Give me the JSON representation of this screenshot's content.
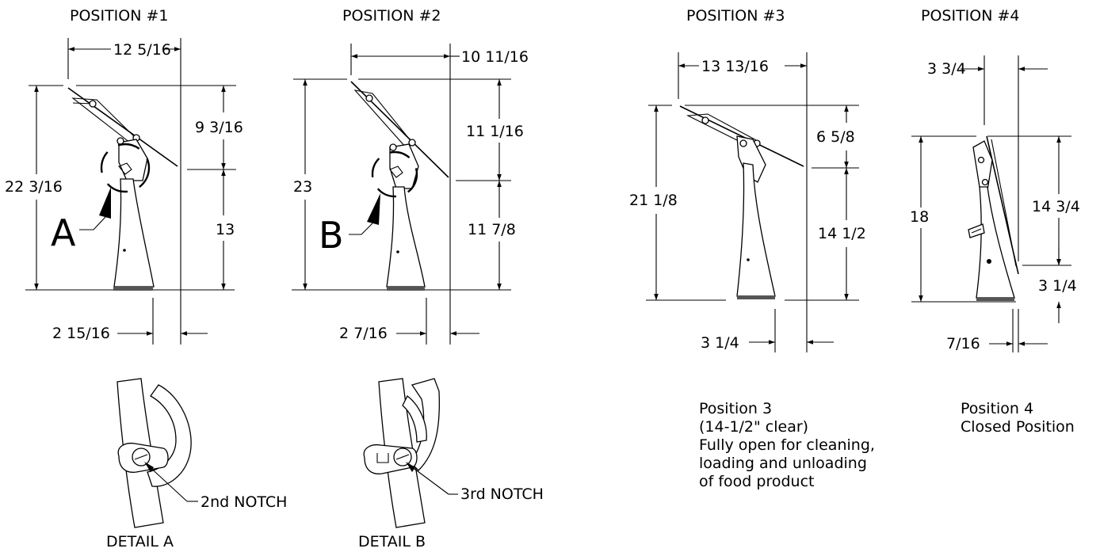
{
  "positions": [
    {
      "title": "POSITION #1",
      "width": "12 5/16",
      "height": "22 3/16",
      "upper": "9 3/16",
      "lower": "13",
      "offset": "2 15/16",
      "callout": "A"
    },
    {
      "title": "POSITION #2",
      "width": "10 11/16",
      "height": "23",
      "upper": "11 1/16",
      "lower": "11 7/8",
      "offset": "2 7/16",
      "callout": "B"
    },
    {
      "title": "POSITION #3",
      "width": "13 13/16",
      "height": "21 1/8",
      "upper": "6 5/8",
      "lower": "14 1/2",
      "offset": "3 1/4"
    },
    {
      "title": "POSITION #4",
      "width": "3 3/4",
      "height": "18",
      "upper": "14 3/4",
      "lower": "3 1/4",
      "offset": "7/16"
    }
  ],
  "details": [
    {
      "title": "DETAIL  A",
      "notch": "2nd NOTCH"
    },
    {
      "title": "DETAIL  B",
      "notch": "3rd NOTCH"
    }
  ],
  "notes": {
    "position3": [
      "Position 3",
      "(14-1/2\" clear)",
      "Fully open for cleaning,",
      "loading and unloading",
      "of food product"
    ],
    "position4": [
      "Position 4",
      "Closed Position"
    ]
  }
}
